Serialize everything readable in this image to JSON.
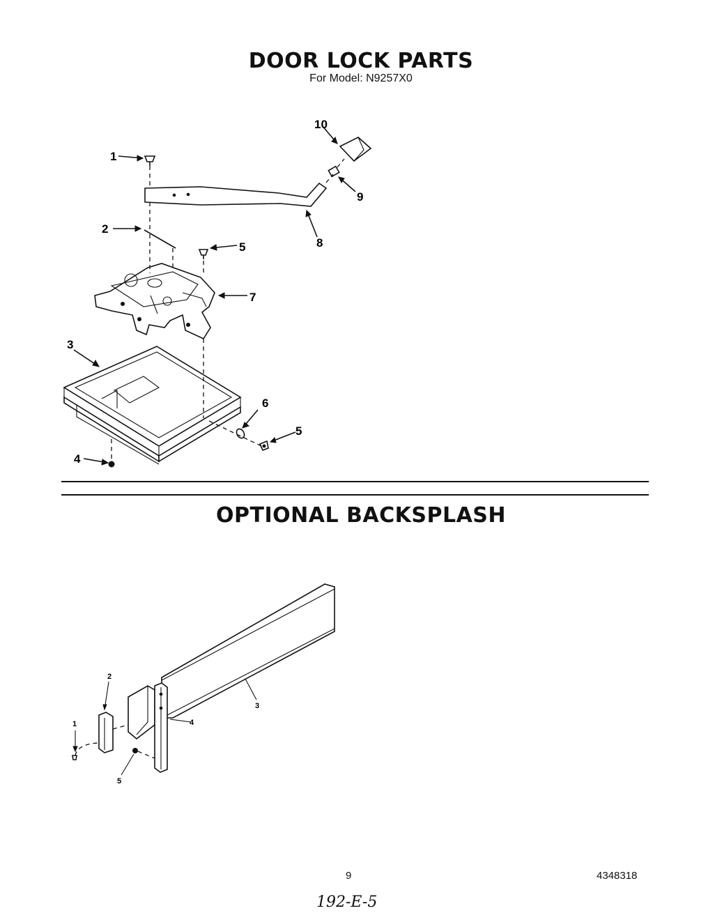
{
  "title": "DOOR LOCK PARTS",
  "subtitle": "For Model: N9257X0",
  "section2_title": "OPTIONAL BACKSPLASH",
  "page_number": "9",
  "document_number": "4348318",
  "handwritten_note": "192-E-5",
  "door_lock_callouts": {
    "c1": "1",
    "c2": "2",
    "c3": "3",
    "c4": "4",
    "c5a": "5",
    "c5b": "5",
    "c6": "6",
    "c7": "7",
    "c8": "8",
    "c9": "9",
    "c10": "10"
  },
  "backsplash_callouts": {
    "c1": "1",
    "c2": "2",
    "c3": "3",
    "c4": "4",
    "c5": "5"
  }
}
